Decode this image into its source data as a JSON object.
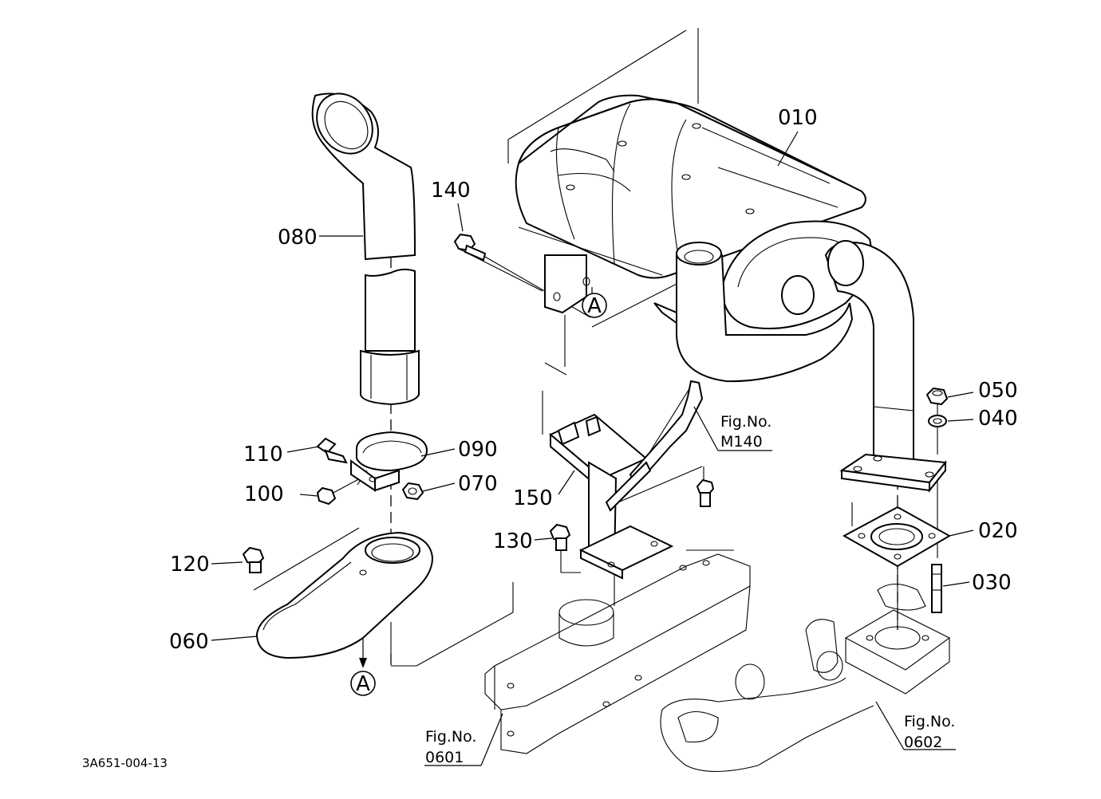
{
  "diagram": {
    "drawing_code": "3A651-004-13",
    "view_marker": "A",
    "callouts": {
      "p010": "010",
      "p020": "020",
      "p030": "030",
      "p040": "040",
      "p050": "050",
      "p060": "060",
      "p070": "070",
      "p080": "080",
      "p090": "090",
      "p100": "100",
      "p110": "110",
      "p120": "120",
      "p130": "130",
      "p140": "140",
      "p150": "150"
    },
    "references": {
      "m140": {
        "label": "Fig.No.",
        "number": "M140"
      },
      "f0601": {
        "label": "Fig.No.",
        "number": "0601"
      },
      "f0602": {
        "label": "Fig.No.",
        "number": "0602"
      }
    }
  }
}
